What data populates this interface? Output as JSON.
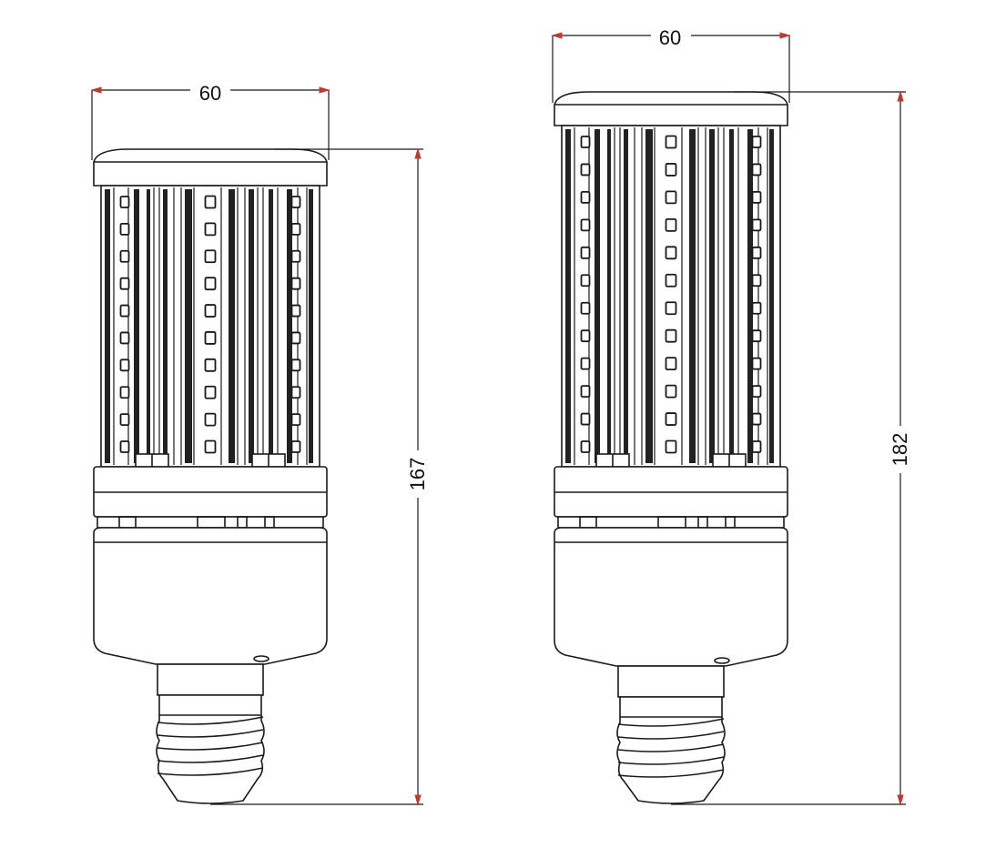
{
  "lamps": [
    {
      "id": "short",
      "width_label": "60",
      "height_label": "167"
    },
    {
      "id": "tall",
      "width_label": "60",
      "height_label": "182"
    }
  ],
  "colors": {
    "line": "#1a1a1a",
    "arrow": "#c0392b",
    "led_ink": "#1a1a1a",
    "strip_shade": "#222222"
  }
}
